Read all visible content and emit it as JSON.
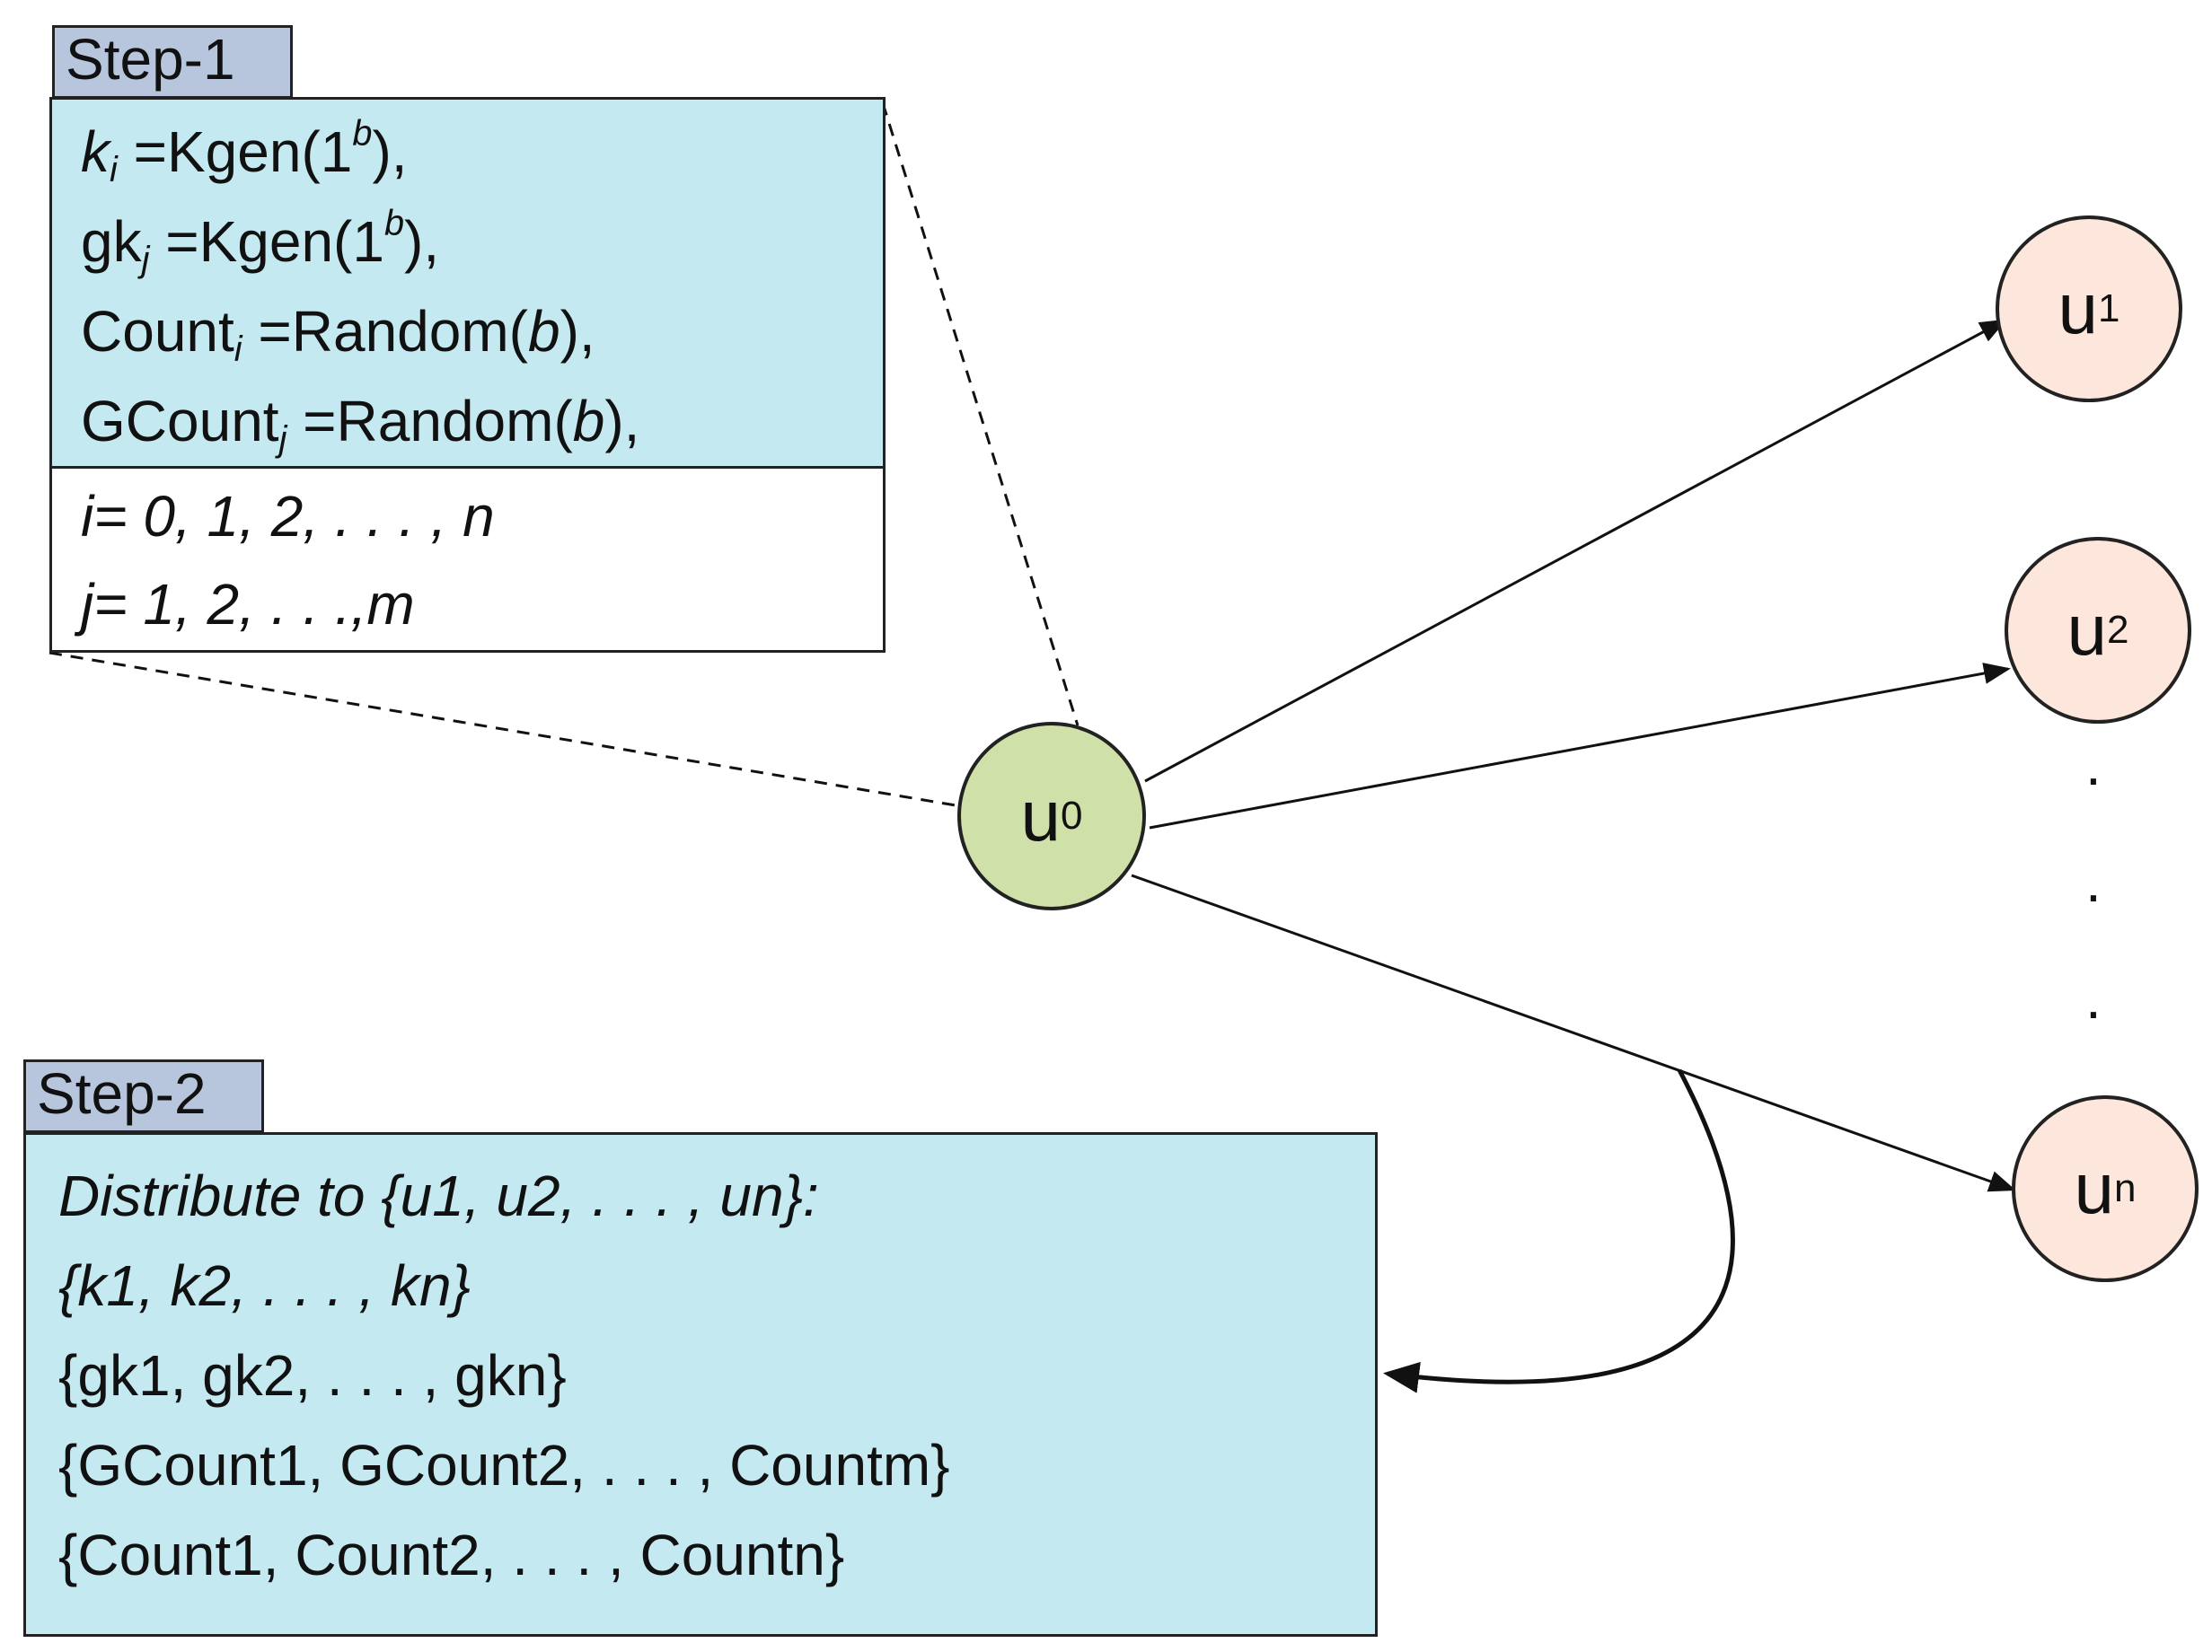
{
  "step1": {
    "label": "Step-1",
    "lines": [
      {
        "pre": "",
        "var": "k",
        "sub": "i",
        "post": " =Kgen(1",
        "sup": "b",
        "end": "),"
      },
      {
        "pre": "gk",
        "var": "",
        "sub": "j",
        "post": " =Kgen(1",
        "sup": "b",
        "end": "),"
      },
      {
        "pre": "Count",
        "var": "",
        "sub": "i",
        "post": " =Random(",
        "arg": "b",
        "end": "),"
      },
      {
        "pre": "GCount",
        "var": "",
        "sub": "j",
        "post": " =Random(",
        "arg": "b",
        "end": "),"
      }
    ],
    "range_i": {
      "var": "i",
      "text": "= 0, 1, 2, . . . , ",
      "last": "n"
    },
    "range_j": {
      "var": "j",
      "text": "= 1, 2, . . .,",
      "last": "m"
    }
  },
  "step2": {
    "label": "Step-2",
    "lines": [
      "Distribute to {u1, u2, . . . , un}:",
      "{k1, k2, . . . , kn}",
      "{gk1, gk2, . . . , gkn}",
      "{GCount1, GCount2, . . . , Countm}",
      "{Count1, Count2, . . . , Countn}"
    ]
  },
  "nodes": {
    "u0": {
      "base": "u",
      "sub": "0",
      "fill": "#cfe0a8"
    },
    "u1": {
      "base": "u",
      "sub": "1",
      "fill": "#fde7dc"
    },
    "u2": {
      "base": "u",
      "sub": "2",
      "fill": "#fde7dc"
    },
    "un": {
      "base": "u",
      "sub": "n",
      "fill": "#fde7dc"
    }
  },
  "ellipsis": ".",
  "colors": {
    "step_label": "#b7c6dd",
    "box_fill": "#c4e9f0",
    "stroke": "#222222"
  }
}
